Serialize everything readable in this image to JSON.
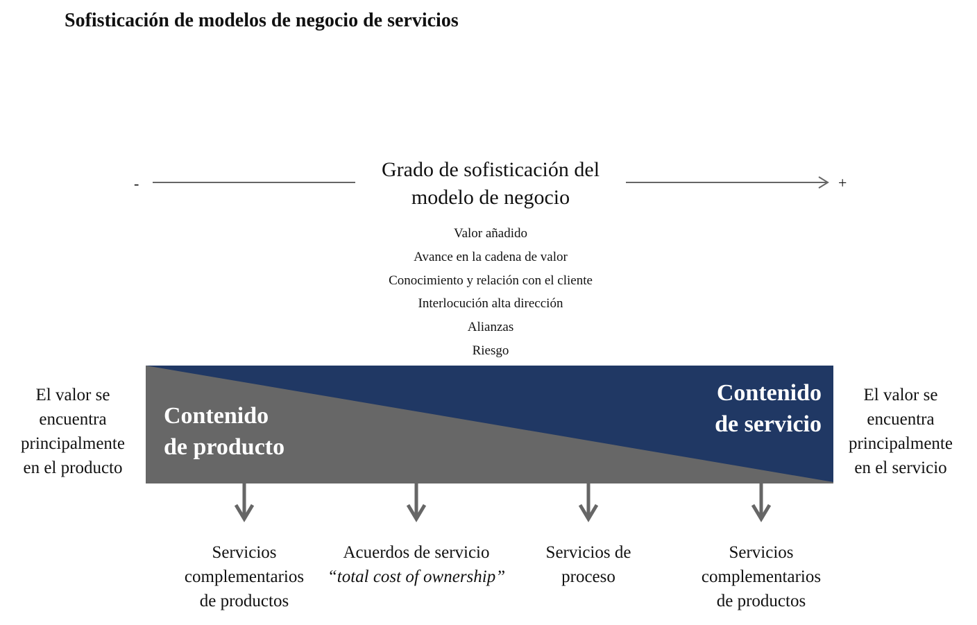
{
  "title": "Sofisticación de modelos de negocio de servicios",
  "axis": {
    "minus": "-",
    "plus": "+",
    "label_line1": "Grado de sofisticación del",
    "label_line2": "modelo de negocio"
  },
  "factors": [
    "Valor añadido",
    "Avance en la cadena de valor",
    "Conocimiento y relación con el cliente",
    "Interlocución alta dirección",
    "Alianzas",
    "Riesgo"
  ],
  "left_note": [
    "El valor se",
    "encuentra",
    "principalmente",
    "en el producto"
  ],
  "right_note": [
    "El valor se",
    "encuentra",
    "principalmente",
    "en el servicio"
  ],
  "product_label": [
    "Contenido",
    "de producto"
  ],
  "service_label": [
    "Contenido",
    "de servicio"
  ],
  "outcomes": [
    {
      "lines": [
        "Servicios",
        "complementarios",
        "de productos"
      ]
    },
    {
      "lines": [
        "Acuerdos de servicio",
        "“total cost of ownership”"
      ]
    },
    {
      "lines": [
        "Servicios de",
        "proceso"
      ]
    },
    {
      "lines": [
        "Servicios",
        "complementarios",
        "de productos"
      ]
    }
  ],
  "colors": {
    "product": "#676767",
    "service": "#203864",
    "arrow": "#666666"
  }
}
